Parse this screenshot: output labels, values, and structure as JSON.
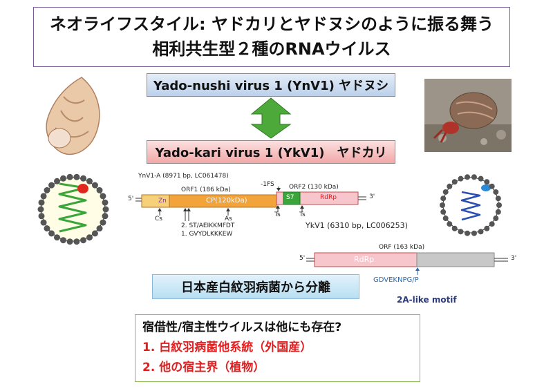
{
  "title": {
    "line1": "ネオライフスタイル: ヤドカリとヤドヌシのように振る舞う",
    "line2": "相利共生型２種のRNAウイルス"
  },
  "ynv1_label": "Yado-nushi virus 1 (YnV1) ヤドヌシ",
  "ykv1_label": "Yado-kari virus 1 (YkV1)　ヤドカリ",
  "ynv1_genome": {
    "name": "YnV1-A (8971 bp, LC061478)",
    "five_prime": "5'",
    "three_prime": "3'",
    "orf1": "ORF1 (186 kDa)",
    "orf2": "ORF2 (130 kDa)",
    "frameshift": "-1FS",
    "zn": "Zn",
    "cp": "CP(120kDa)",
    "s7": "S7",
    "rdrp": "RdRp",
    "cs": "Cs",
    "as": "As",
    "ts1": "Ts",
    "ts2": "Ts",
    "motif1": "2. ST/AEIKKMFDT",
    "motif2": "1. GVYDLKKKEW"
  },
  "ykv1_genome": {
    "name": "YkV1 (6310 bp, LC006253)",
    "five_prime": "5'",
    "three_prime": "3'",
    "orf": "ORF (163 kDa)",
    "rdrp": "RdRp",
    "cleavage": "GDVEKNPG/P",
    "motif_label": "2A-like motif"
  },
  "origin_label": "日本産白紋羽病菌から分離",
  "host_box": {
    "line1": "宿借性/宿主性ウイルスは他にも存在?",
    "line2": "1.  白紋羽病菌他系統（外国産）",
    "line3": "2.  他の宿主界（植物）"
  },
  "colors": {
    "arrow_green": "#4daa3a",
    "cp_orange": "#f2a33a",
    "rdrp_pink": "#f6c6cc",
    "host_red": "#e02020",
    "ykv_gray": "#c8c8c8"
  }
}
